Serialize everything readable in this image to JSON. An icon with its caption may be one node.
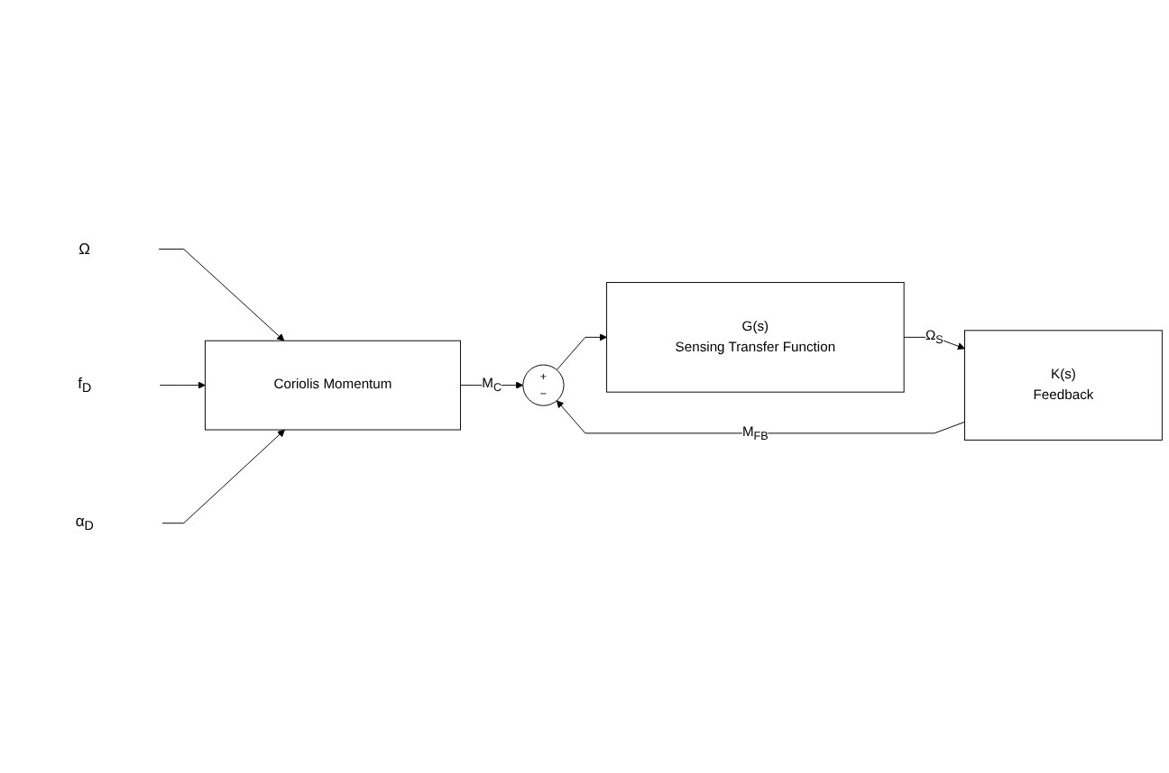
{
  "diagram": {
    "nodes": [
      {
        "text": [
          "Ω"
        ]
      },
      {
        "text": [
          "f$_{D}$"
        ]
      },
      {
        "text": [
          "α$_{D}$"
        ]
      },
      {
        "text": [
          "Coriolis Momentum"
        ]
      },
      {
        "text": [
          "+",
          "−"
        ]
      },
      {
        "text": [
          "G(s)",
          "Sensing Transfer Function"
        ]
      },
      {
        "text": [
          "K(s)",
          "Feedback"
        ]
      }
    ],
    "edges": [
      {
        "from": 0,
        "to": 3,
        "arrow": "to"
      },
      {
        "from": 1,
        "to": 3,
        "arrow": "to"
      },
      {
        "from": 2,
        "to": 3,
        "arrow": "to"
      },
      {
        "from": 3,
        "to": 4,
        "label": "M$_{C}$",
        "arrow": "to"
      },
      {
        "from": 4,
        "to": 5,
        "arrow": "to"
      },
      {
        "from": 5,
        "to": 6,
        "label": "Ω$_{S}$",
        "arrow": "to"
      },
      {
        "from": 6,
        "to": 4,
        "label": "M$_{FB}$",
        "arrow": "to"
      }
    ]
  }
}
